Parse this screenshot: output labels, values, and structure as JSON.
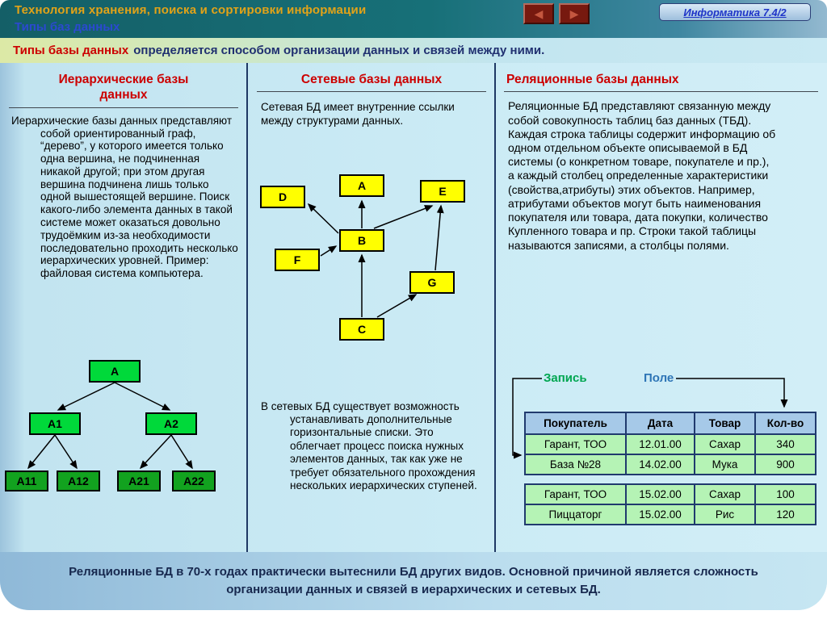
{
  "header": {
    "title": "Технология хранения, поиска и сортировки информации",
    "subtitle": "Типы баз данных",
    "nav": {
      "prev_icon": "◀",
      "next_icon": "▶"
    },
    "badge": "Информатика  7.4/2"
  },
  "lede": {
    "term": "Типы базы данных",
    "text": "определяется способом организации данных и связей между ними."
  },
  "hierarchical": {
    "heading": "Иерархические базы данных",
    "body": "Иерархические базы данных представляют собой ориентированный граф, “дерево”, у которого имеется только одна вершина, не подчиненная никакой другой; при этом другая вершина подчинена лишь только одной вышестоящей вершине. Поиск какого-либо элемента данных в такой системе может оказаться довольно трудоёмким из-за необходимости последовательно проходить несколько иерархических уровней.  Пример: файловая система компьютера.",
    "tree": {
      "root": "A",
      "level2": [
        "A1",
        "A2"
      ],
      "level3": [
        "A11",
        "A12",
        "A21",
        "A22"
      ]
    }
  },
  "network": {
    "heading": "Сетевые базы данных",
    "intro": "Сетевая БД имеет внутренние ссылки между структурами данных.",
    "nodes": {
      "a": "A",
      "b": "B",
      "c": "C",
      "d": "D",
      "e": "E",
      "f": "F",
      "g": "G"
    },
    "edges": [
      [
        "B",
        "A"
      ],
      [
        "B",
        "E"
      ],
      [
        "B",
        "D"
      ],
      [
        "F",
        "B"
      ],
      [
        "C",
        "B"
      ],
      [
        "C",
        "G"
      ],
      [
        "G",
        "E"
      ]
    ],
    "outro": "В сетевых БД существует возможность устанавливать дополнительные горизонтальные списки. Это облегчает процесс поиска нужных элементов данных, так как уже не требует обязательного прохождения нескольких иерархических ступеней."
  },
  "relational": {
    "heading": "Реляционные базы данных",
    "body": "Реляционные БД представляют связанную между собой совокупность таблиц баз данных (ТБД). Каждая строка таблицы содержит информацию об одном отдельном объекте описываемой в БД системы (о конкретном товаре, покупателе и пр.), а каждый столбец определенные характеристики (свойства,атрибуты) этих объектов. Например, атрибутами объектов могут быть наименования покупателя или товара, дата покупки, количество Купленного товара и пр. Строки такой таблицы называются записями, а столбцы полями.",
    "record_label": "Запись",
    "field_label": "Поле",
    "table": {
      "headers": [
        "Покупатель",
        "Дата",
        "Товар",
        "Кол-во"
      ],
      "groups": [
        {
          "rows": [
            [
              "Гарант, ТОО",
              "12.01.00",
              "Сахар",
              "340"
            ],
            [
              "База №28",
              "14.02.00",
              "Мука",
              "900"
            ]
          ]
        },
        {
          "rows": [
            [
              "Гарант, ТОО",
              "15.02.00",
              "Сахар",
              "100"
            ],
            [
              "Пиццаторг",
              "15.02.00",
              "Рис",
              "120"
            ]
          ]
        }
      ]
    }
  },
  "footer": {
    "text": "Реляционные БД в 70-х годах практически вытеснили БД других видов. Основной причиной является сложность организации данных и связей в иерархических и сетевых БД."
  },
  "colors": {
    "header_bg": "#177078",
    "title_orange": "#E2A318",
    "subtitle_blue": "#2B49D0",
    "heading_red": "#CC0000",
    "accent_navy": "#1F3864",
    "tree_node_green": "#00D93A",
    "tree_leaf_green": "#12A21F",
    "network_node_yellow": "#FFFF00",
    "record_green": "#00A651",
    "field_blue": "#2E75B6",
    "table_header_bg": "#A6C9E8",
    "table_row_bg": "#B5F3B5"
  }
}
